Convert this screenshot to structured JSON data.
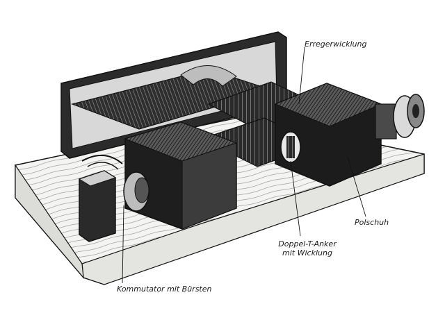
{
  "labels": {
    "excitation_winding": "Erregerwicklung",
    "pole_shoe": "Polschuh",
    "armature_line1": "Doppel-T-Anker",
    "armature_line2": "mit Wicklung",
    "commutator": "Kommutator mit Bürsten"
  },
  "colors": {
    "background": "#ffffff",
    "ink": "#141414",
    "wood": "#f4f4f2",
    "coil_dark": "#3a3a3a",
    "iron_mid": "#6e6e6e",
    "iron_light": "#cfcfcf"
  }
}
